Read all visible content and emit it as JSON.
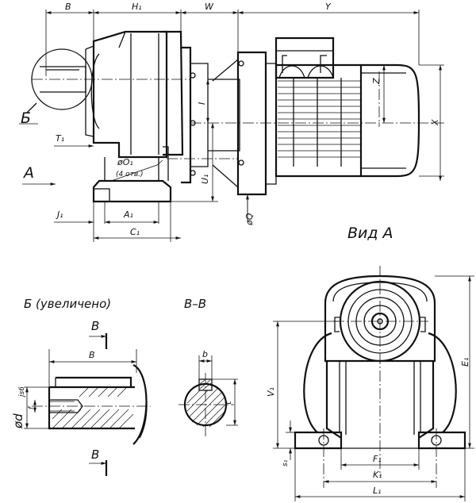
{
  "labels": {
    "B_top": "B",
    "H1": "H₁",
    "W": "W",
    "Y": "Y",
    "Z": "Z",
    "X": "X",
    "I": "I",
    "T1": "T₁",
    "O1": "øO₁",
    "holes": "(4 отв.)",
    "U1": "U₁",
    "Q": "øQ",
    "J1": "J₁",
    "A1": "A₁",
    "C1": "C₁",
    "arrow_A": "A",
    "view_callout": "Б",
    "view_A_title": "Вид  A",
    "detail_title": "Б  (увеличено)",
    "section_title": "B–B",
    "section_mark_top": "B",
    "section_mark_bottom": "B",
    "detail_B": "B",
    "d_js6": "ød",
    "js6": "js6",
    "f": "f",
    "b": "b",
    "t": "t",
    "V1": "V₁",
    "E1": "E₁",
    "S1": "s₁",
    "F1": "F₁",
    "K1": "K₁",
    "L1": "L₁"
  }
}
